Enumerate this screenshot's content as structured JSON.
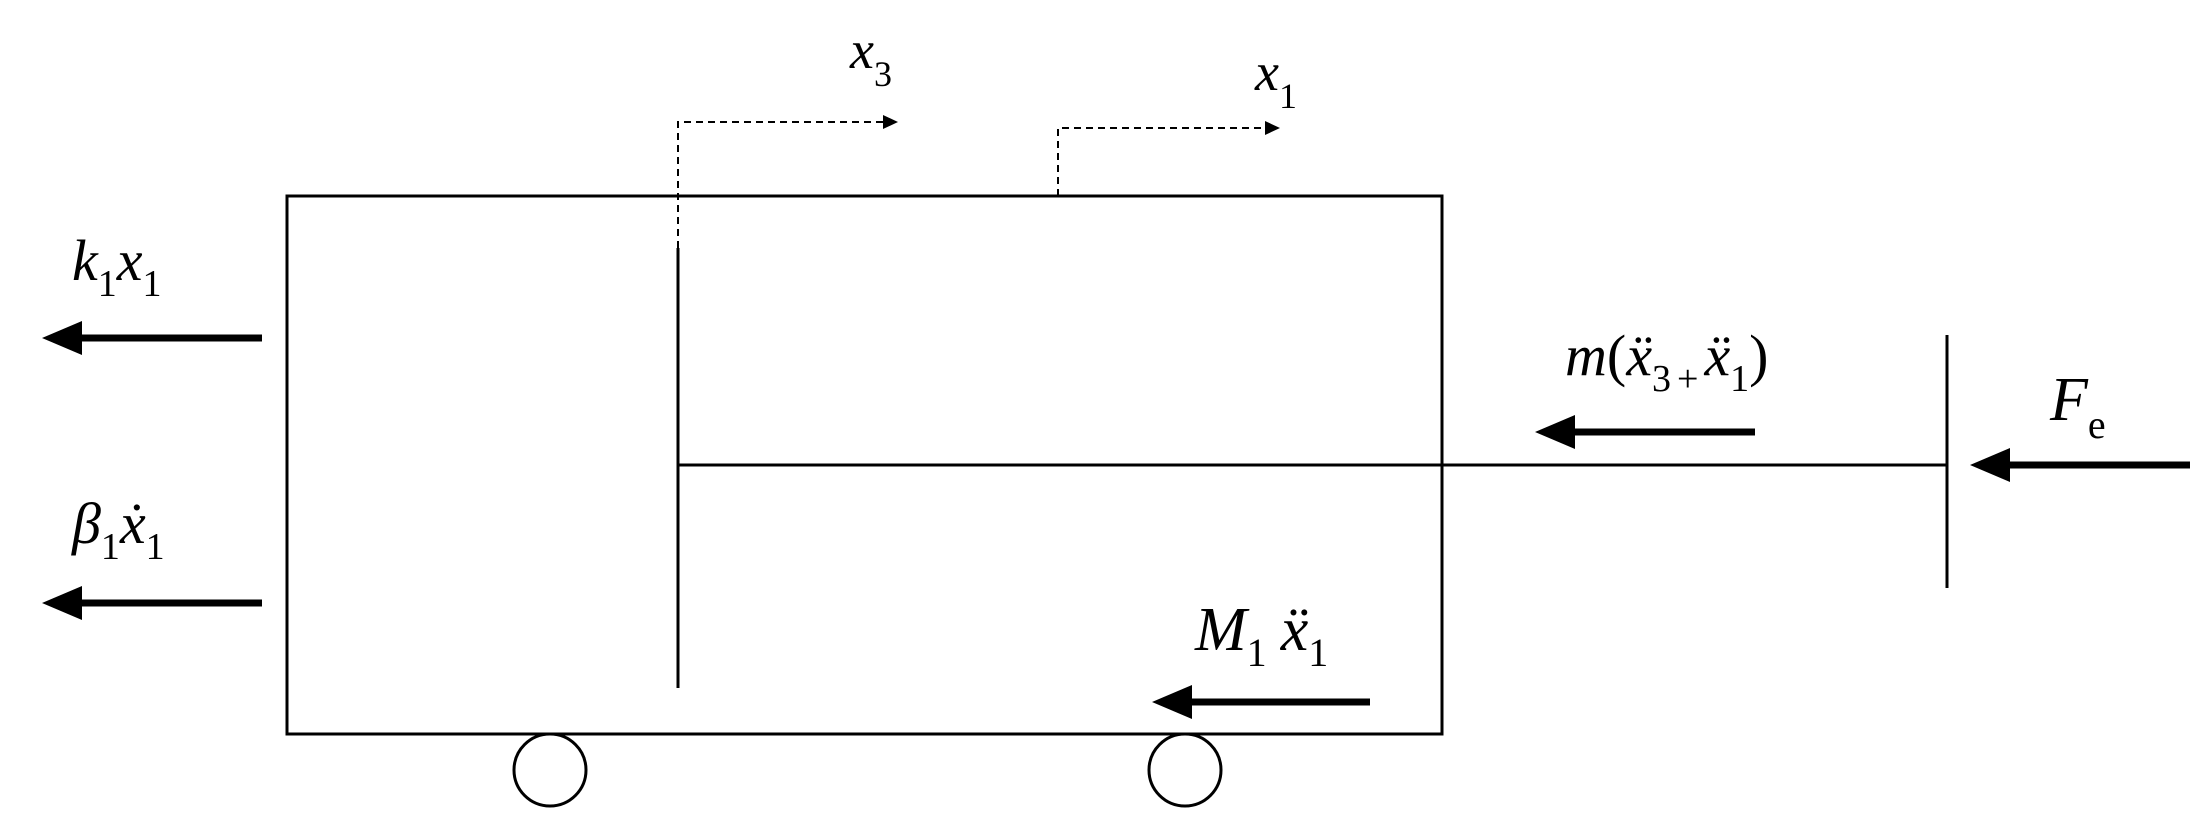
{
  "labels": {
    "x3": {
      "base": "x",
      "sub": "3"
    },
    "x1": {
      "base": "x",
      "sub": "1"
    },
    "k1x1": {
      "k": "k",
      "k_sub": "1",
      "x": "x",
      "x_sub": "1"
    },
    "beta1xdot1": {
      "beta": "β",
      "beta_sub": "1",
      "x": "ẋ",
      "x_sub": "1"
    },
    "m_term": {
      "m": "m",
      "open": "(",
      "x3": "ẍ",
      "x3_sub": "3",
      "plus": "+",
      "x1": "ẍ",
      "x1_sub": "1",
      "close": ")"
    },
    "Fe": {
      "base": "F",
      "sub": "e"
    },
    "M1": {
      "base": "M",
      "sub": "1",
      "x": "ẍ",
      "x_sub": "1"
    }
  },
  "colors": {
    "stroke": "#000000",
    "background": "#ffffff"
  }
}
